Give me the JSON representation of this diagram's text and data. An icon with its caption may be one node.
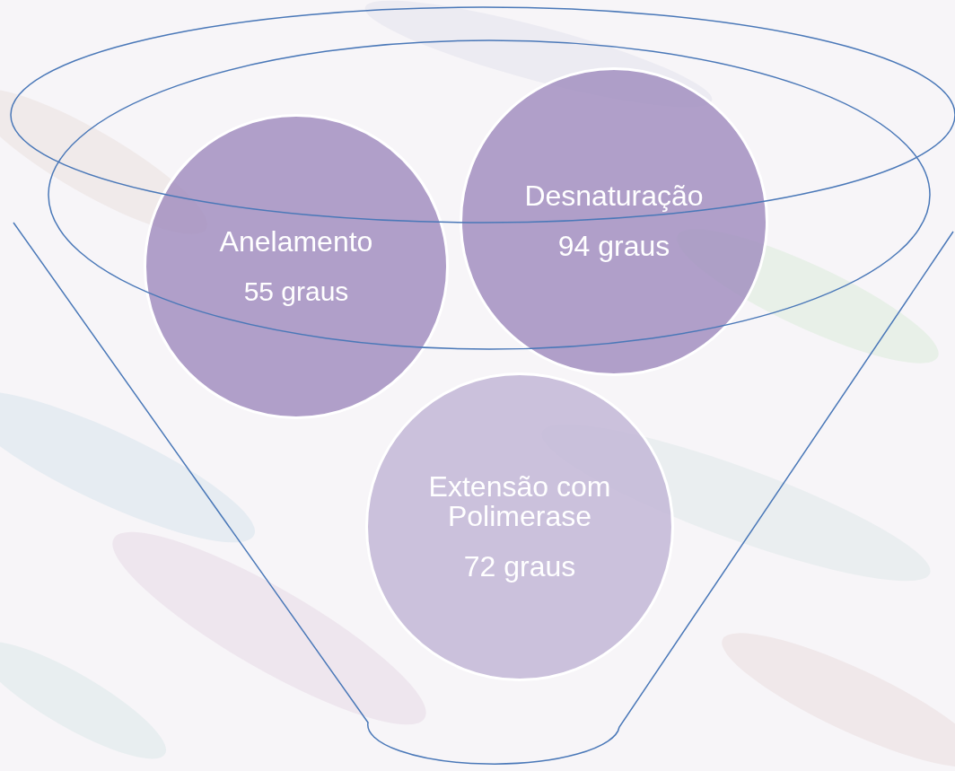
{
  "diagram": {
    "nodes": [
      {
        "text": [
          "Anelamento",
          "55 graus"
        ]
      },
      {
        "text": [
          "Desnaturação",
          "94 graus"
        ]
      },
      {
        "text": [
          "Extensão com Polimerase",
          "72 graus"
        ]
      }
    ],
    "edges": []
  }
}
